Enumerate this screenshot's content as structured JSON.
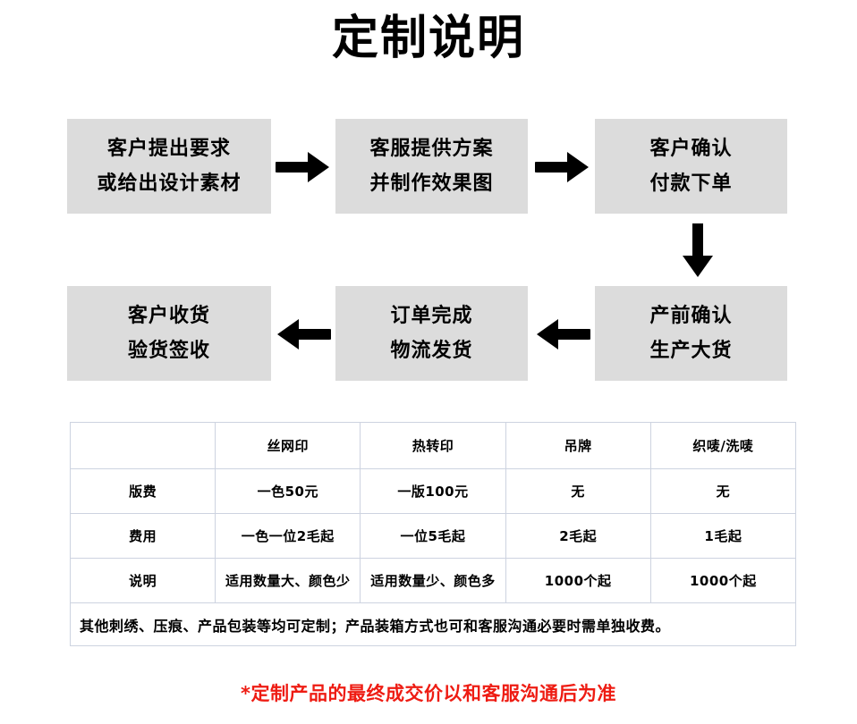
{
  "page": {
    "title": "定制说明",
    "box_bg": "#dcdcdc",
    "accent_red": "#ee1c13",
    "border_color": "#cdd3e0"
  },
  "flow": {
    "steps": [
      {
        "id": "request",
        "line1": "客户提出要求",
        "line2": "或给出设计素材"
      },
      {
        "id": "proposal",
        "line1": "客服提供方案",
        "line2": "并制作效果图"
      },
      {
        "id": "confirm",
        "line1": "客户确认",
        "line2": "付款下单"
      },
      {
        "id": "preprod",
        "line1": "产前确认",
        "line2": "生产大货"
      },
      {
        "id": "shipped",
        "line1": "订单完成",
        "line2": "物流发货"
      },
      {
        "id": "delivery",
        "line1": "客户收货",
        "line2": "验货签收"
      }
    ],
    "arrows": [
      {
        "id": "arrow-1",
        "direction": "right"
      },
      {
        "id": "arrow-2",
        "direction": "right"
      },
      {
        "id": "arrow-3",
        "direction": "down"
      },
      {
        "id": "arrow-4",
        "direction": "left"
      },
      {
        "id": "arrow-5",
        "direction": "left"
      }
    ]
  },
  "table": {
    "headers": [
      "",
      "丝网印",
      "热转印",
      "吊牌",
      "织唛/洗唛"
    ],
    "rows": [
      {
        "label": "版费",
        "cells": [
          "一色50元",
          "一版100元",
          "无",
          "无"
        ]
      },
      {
        "label": "费用",
        "cells": [
          "一色一位2毛起",
          "一位5毛起",
          "2毛起",
          "1毛起"
        ]
      },
      {
        "label": "说明",
        "cells": [
          "适用数量大、颜色少",
          "适用数量少、颜色多",
          "1000个起",
          "1000个起"
        ]
      }
    ],
    "note": "其他刺绣、压痕、产品包装等均可定制；产品装箱方式也可和客服沟通必要时需单独收费。"
  },
  "footer": {
    "note": "*定制产品的最终成交价以和客服沟通后为准"
  }
}
